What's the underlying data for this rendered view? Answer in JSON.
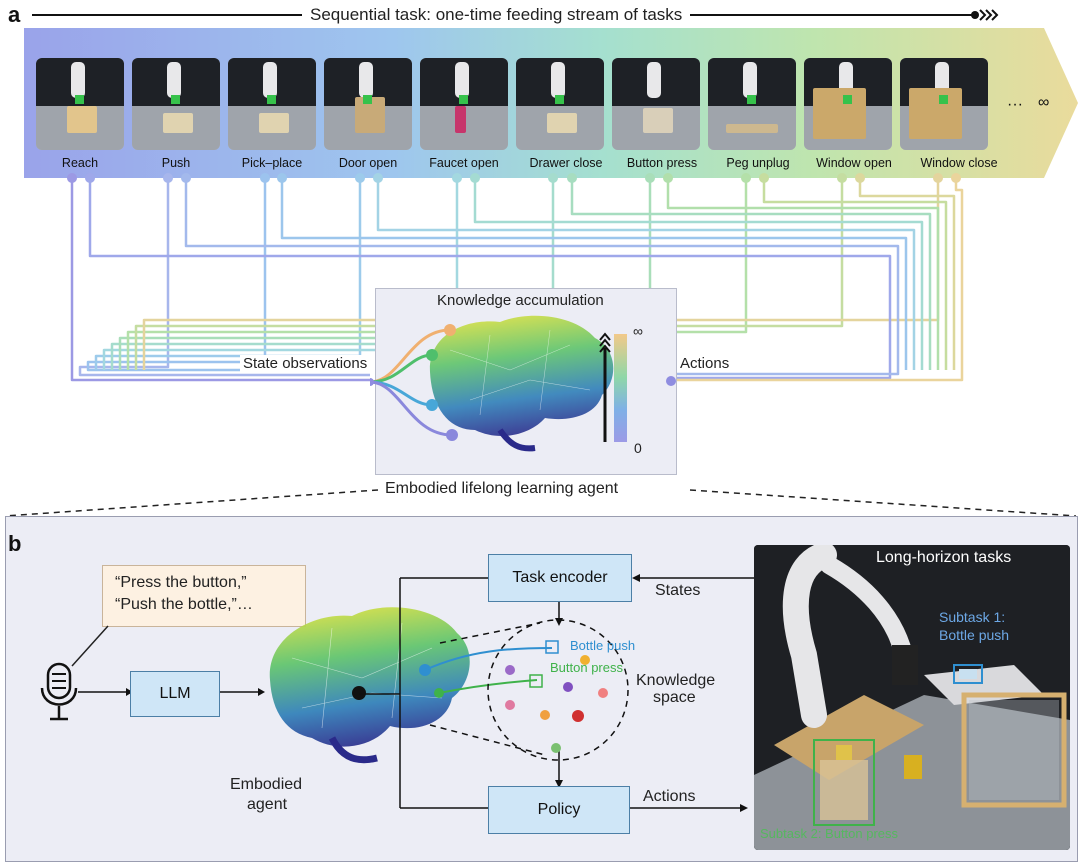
{
  "panel_a": {
    "letter": "a",
    "title": "Sequential task: one-time feeding stream of tasks",
    "tasks": [
      "Reach",
      "Push",
      "Pick–place",
      "Door open",
      "Faucet open",
      "Drawer close",
      "Button press",
      "Peg unplug",
      "Window open",
      "Window close"
    ],
    "more": "···",
    "infinity": "∞",
    "knowledge_title": "Knowledge accumulation",
    "colorbar_top": "∞",
    "colorbar_bottom": "0",
    "state_observations": "State observations",
    "actions": "Actions",
    "agent_label": "Embodied lifelong learning agent"
  },
  "panel_b": {
    "letter": "b",
    "speech_line1": "“Press the button,”",
    "speech_line2": "“Push the bottle,”…",
    "llm": "LLM",
    "task_encoder": "Task encoder",
    "states": "States",
    "policy": "Policy",
    "actions": "Actions",
    "knowledge_space_1": "Knowledge",
    "knowledge_space_2": "space",
    "embodied_1": "Embodied",
    "embodied_2": "agent",
    "bottle_push": "Bottle push",
    "button_press": "Button press",
    "photo_title": "Long-horizon tasks",
    "subtask1_a": "Subtask 1:",
    "subtask1_b": "Bottle push",
    "subtask2": "Subtask 2: Button press"
  },
  "colors": {
    "banner_start": "#9aa3ea",
    "banner_mid": "#9ed9d0",
    "banner_end": "#e8d8a0",
    "lavender": "#8f8de0",
    "green": "#3fb24a",
    "blue_box": "#cfe6f7",
    "speech_bg": "#fdf1e2",
    "bottle_blue": "#2f8fd0"
  }
}
